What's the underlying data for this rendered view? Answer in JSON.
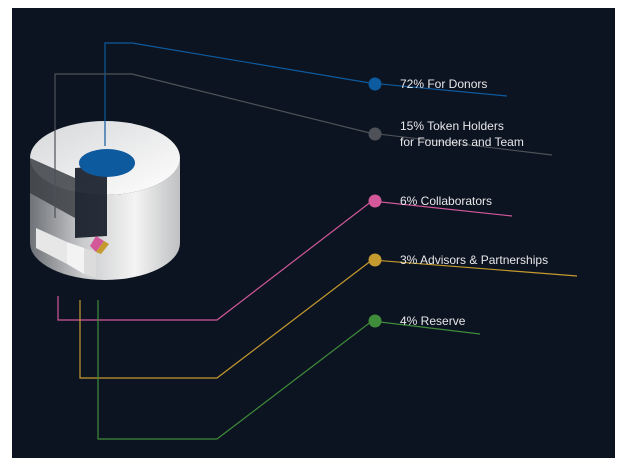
{
  "colors": {
    "background": "#0c1421",
    "donors": "#0e5a9e",
    "token_holders": "#4e5258",
    "collaborators": "#d2589a",
    "advisors": "#c59a2e",
    "reserve": "#3f8c3a"
  },
  "chart_data": {
    "type": "pie",
    "style": "3d-donut",
    "legend_placement": "right",
    "slices": [
      {
        "key": "donors",
        "value": 72,
        "label_lines": [
          "72% For Donors"
        ],
        "color": "#0e5a9e"
      },
      {
        "key": "token_holders",
        "value": 15,
        "label_lines": [
          "15% Token Holders",
          "for Founders and Team"
        ],
        "color": "#4e5258"
      },
      {
        "key": "collaborators",
        "value": 6,
        "label_lines": [
          "6% Collaborators"
        ],
        "color": "#d2589a"
      },
      {
        "key": "advisors",
        "value": 3,
        "label_lines": [
          "3% Advisors & Partnerships"
        ],
        "color": "#c59a2e"
      },
      {
        "key": "reserve",
        "value": 4,
        "label_lines": [
          "4% Reserve"
        ],
        "color": "#3f8c3a"
      }
    ]
  }
}
